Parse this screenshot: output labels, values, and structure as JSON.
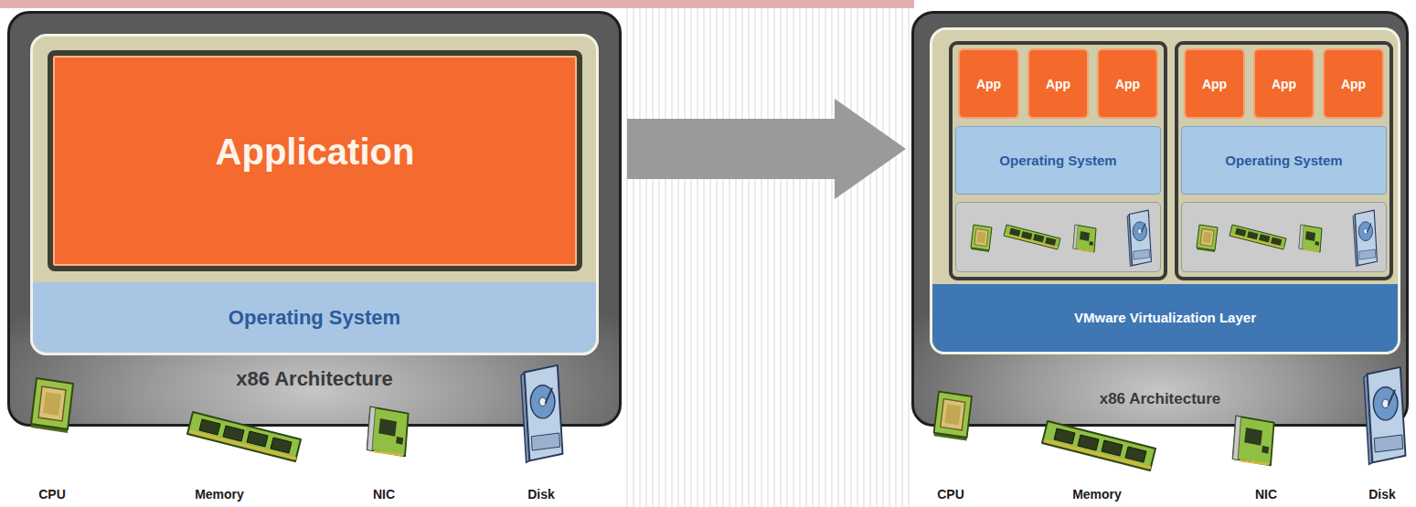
{
  "diagram": {
    "nodes": [
      {
        "text": [
          "x86 Architecture"
        ]
      },
      {
        "text": [
          "Application"
        ],
        "in": 0
      },
      {
        "text": [
          "Operating System"
        ],
        "in": 0
      },
      {
        "text": [
          "x86 Architecture"
        ]
      },
      {
        "text": [
          "App"
        ],
        "in": 3
      },
      {
        "text": [
          "App"
        ],
        "in": 3
      },
      {
        "text": [
          "App"
        ],
        "in": 3
      },
      {
        "text": [
          "App"
        ],
        "in": 3
      },
      {
        "text": [
          "App"
        ],
        "in": 3
      },
      {
        "text": [
          "App"
        ],
        "in": 3
      },
      {
        "text": [
          "Operating System"
        ],
        "in": 3
      },
      {
        "text": [
          "Operating System"
        ],
        "in": 3
      },
      {
        "text": [
          "VMware Virtualization Layer"
        ],
        "in": 3
      }
    ],
    "edges": [
      {
        "from": 0,
        "to": 3,
        "arrow": "to"
      }
    ],
    "labels": [
      "CPU",
      "Memory",
      "NIC",
      "Disk",
      "CPU",
      "Memory",
      "NIC",
      "Disk"
    ]
  }
}
